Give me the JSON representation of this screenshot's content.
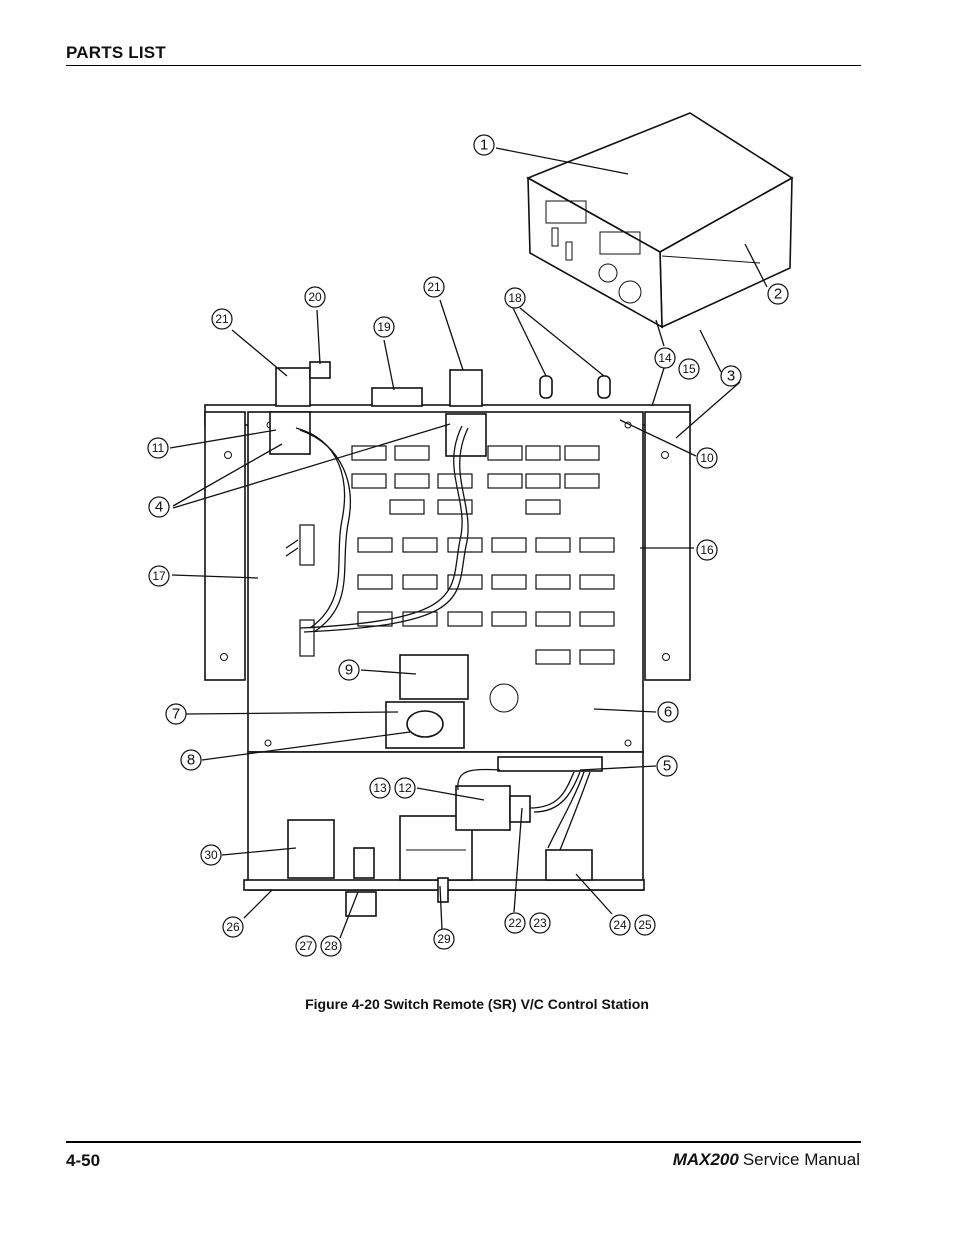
{
  "header": {
    "section": "PARTS LIST"
  },
  "figure": {
    "caption": "Figure 4-20  Switch Remote (SR) V/C Control Station",
    "callouts": [
      {
        "label": "1"
      },
      {
        "label": "2"
      },
      {
        "label": "3"
      },
      {
        "label": "4"
      },
      {
        "label": "5"
      },
      {
        "label": "6"
      },
      {
        "label": "7"
      },
      {
        "label": "8"
      },
      {
        "label": "9"
      },
      {
        "label": "10"
      },
      {
        "label": "11"
      },
      {
        "label": "12"
      },
      {
        "label": "13"
      },
      {
        "label": "14"
      },
      {
        "label": "15"
      },
      {
        "label": "16"
      },
      {
        "label": "17"
      },
      {
        "label": "18"
      },
      {
        "label": "19"
      },
      {
        "label": "20"
      },
      {
        "label": "21"
      },
      {
        "label": "21"
      },
      {
        "label": "22"
      },
      {
        "label": "23"
      },
      {
        "label": "24"
      },
      {
        "label": "25"
      },
      {
        "label": "26"
      },
      {
        "label": "27"
      },
      {
        "label": "28"
      },
      {
        "label": "29"
      },
      {
        "label": "30"
      }
    ]
  },
  "footer": {
    "page_number": "4-50",
    "product": "MAX200",
    "manual": "Service Manual"
  }
}
